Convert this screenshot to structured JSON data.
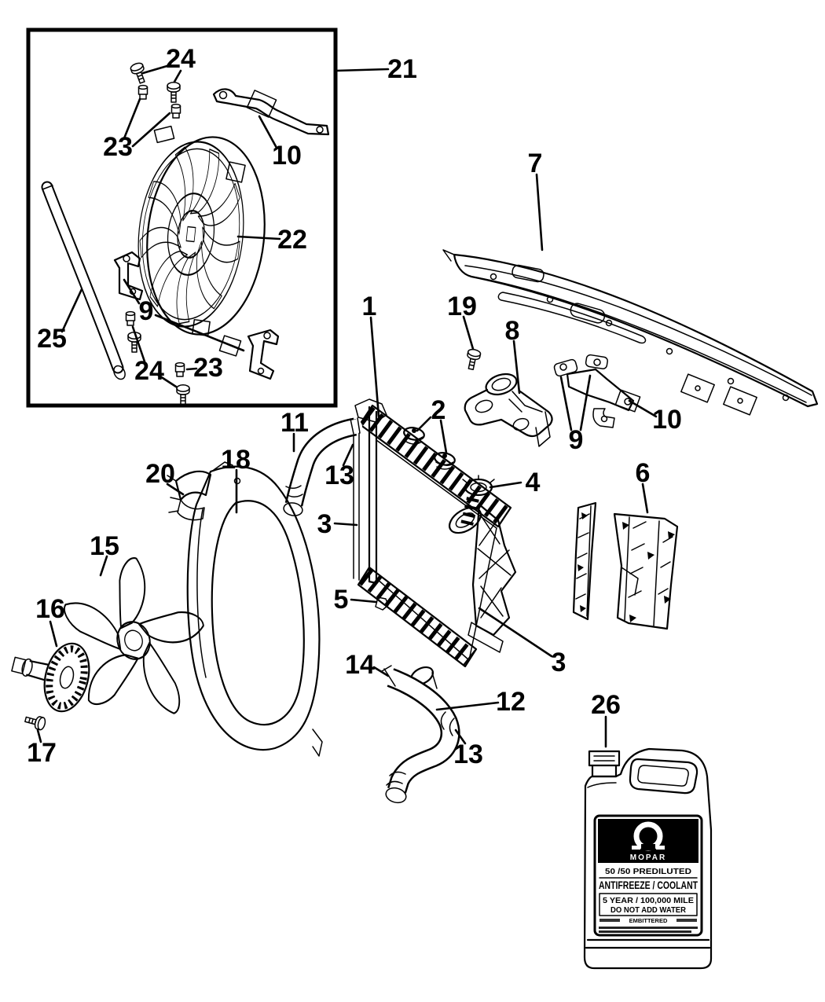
{
  "callouts": {
    "1": "1",
    "2": "2",
    "3": "3",
    "4": "4",
    "5": "5",
    "6": "6",
    "7": "7",
    "8": "8",
    "9": "9",
    "10": "10",
    "11": "11",
    "12": "12",
    "13": "13",
    "14": "14",
    "15": "15",
    "16": "16",
    "17": "17",
    "18": "18",
    "19": "19",
    "20": "20",
    "21": "21",
    "22": "22",
    "23": "23",
    "24": "24",
    "25": "25",
    "26": "26"
  },
  "jug_label": {
    "brand": "MOPAR",
    "line1": "50 /50 PREDILUTED",
    "line2": "ANTIFREEZE / COOLANT",
    "line3": "5 YEAR / 100,000 MILE",
    "line4": "DO NOT ADD WATER",
    "line5": "EMBITTERED"
  }
}
